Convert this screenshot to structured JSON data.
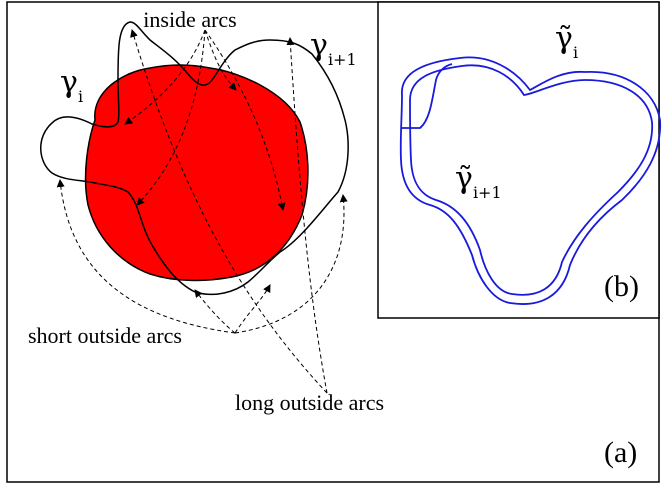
{
  "panel_a": {
    "tag": "(a)",
    "labels": {
      "inside_arcs": "inside arcs",
      "short_outside_arcs": "short outside arcs",
      "long_outside_arcs": "long outside arcs"
    },
    "curves": {
      "gamma_i": {
        "symbol": "γ",
        "subscript": "i"
      },
      "gamma_i_plus_1": {
        "symbol": "γ",
        "subscript": "i+1"
      }
    },
    "colors": {
      "region_fill": "#ff0000",
      "curve_stroke": "#000000"
    }
  },
  "panel_b": {
    "tag": "(b)",
    "curves": {
      "gamma_tilde_i": {
        "symbol": "γ̃",
        "subscript": "i"
      },
      "gamma_tilde_i_plus_1": {
        "symbol": "γ̃",
        "subscript": "i+1"
      }
    },
    "colors": {
      "curve_stroke": "#1a1adc"
    }
  }
}
